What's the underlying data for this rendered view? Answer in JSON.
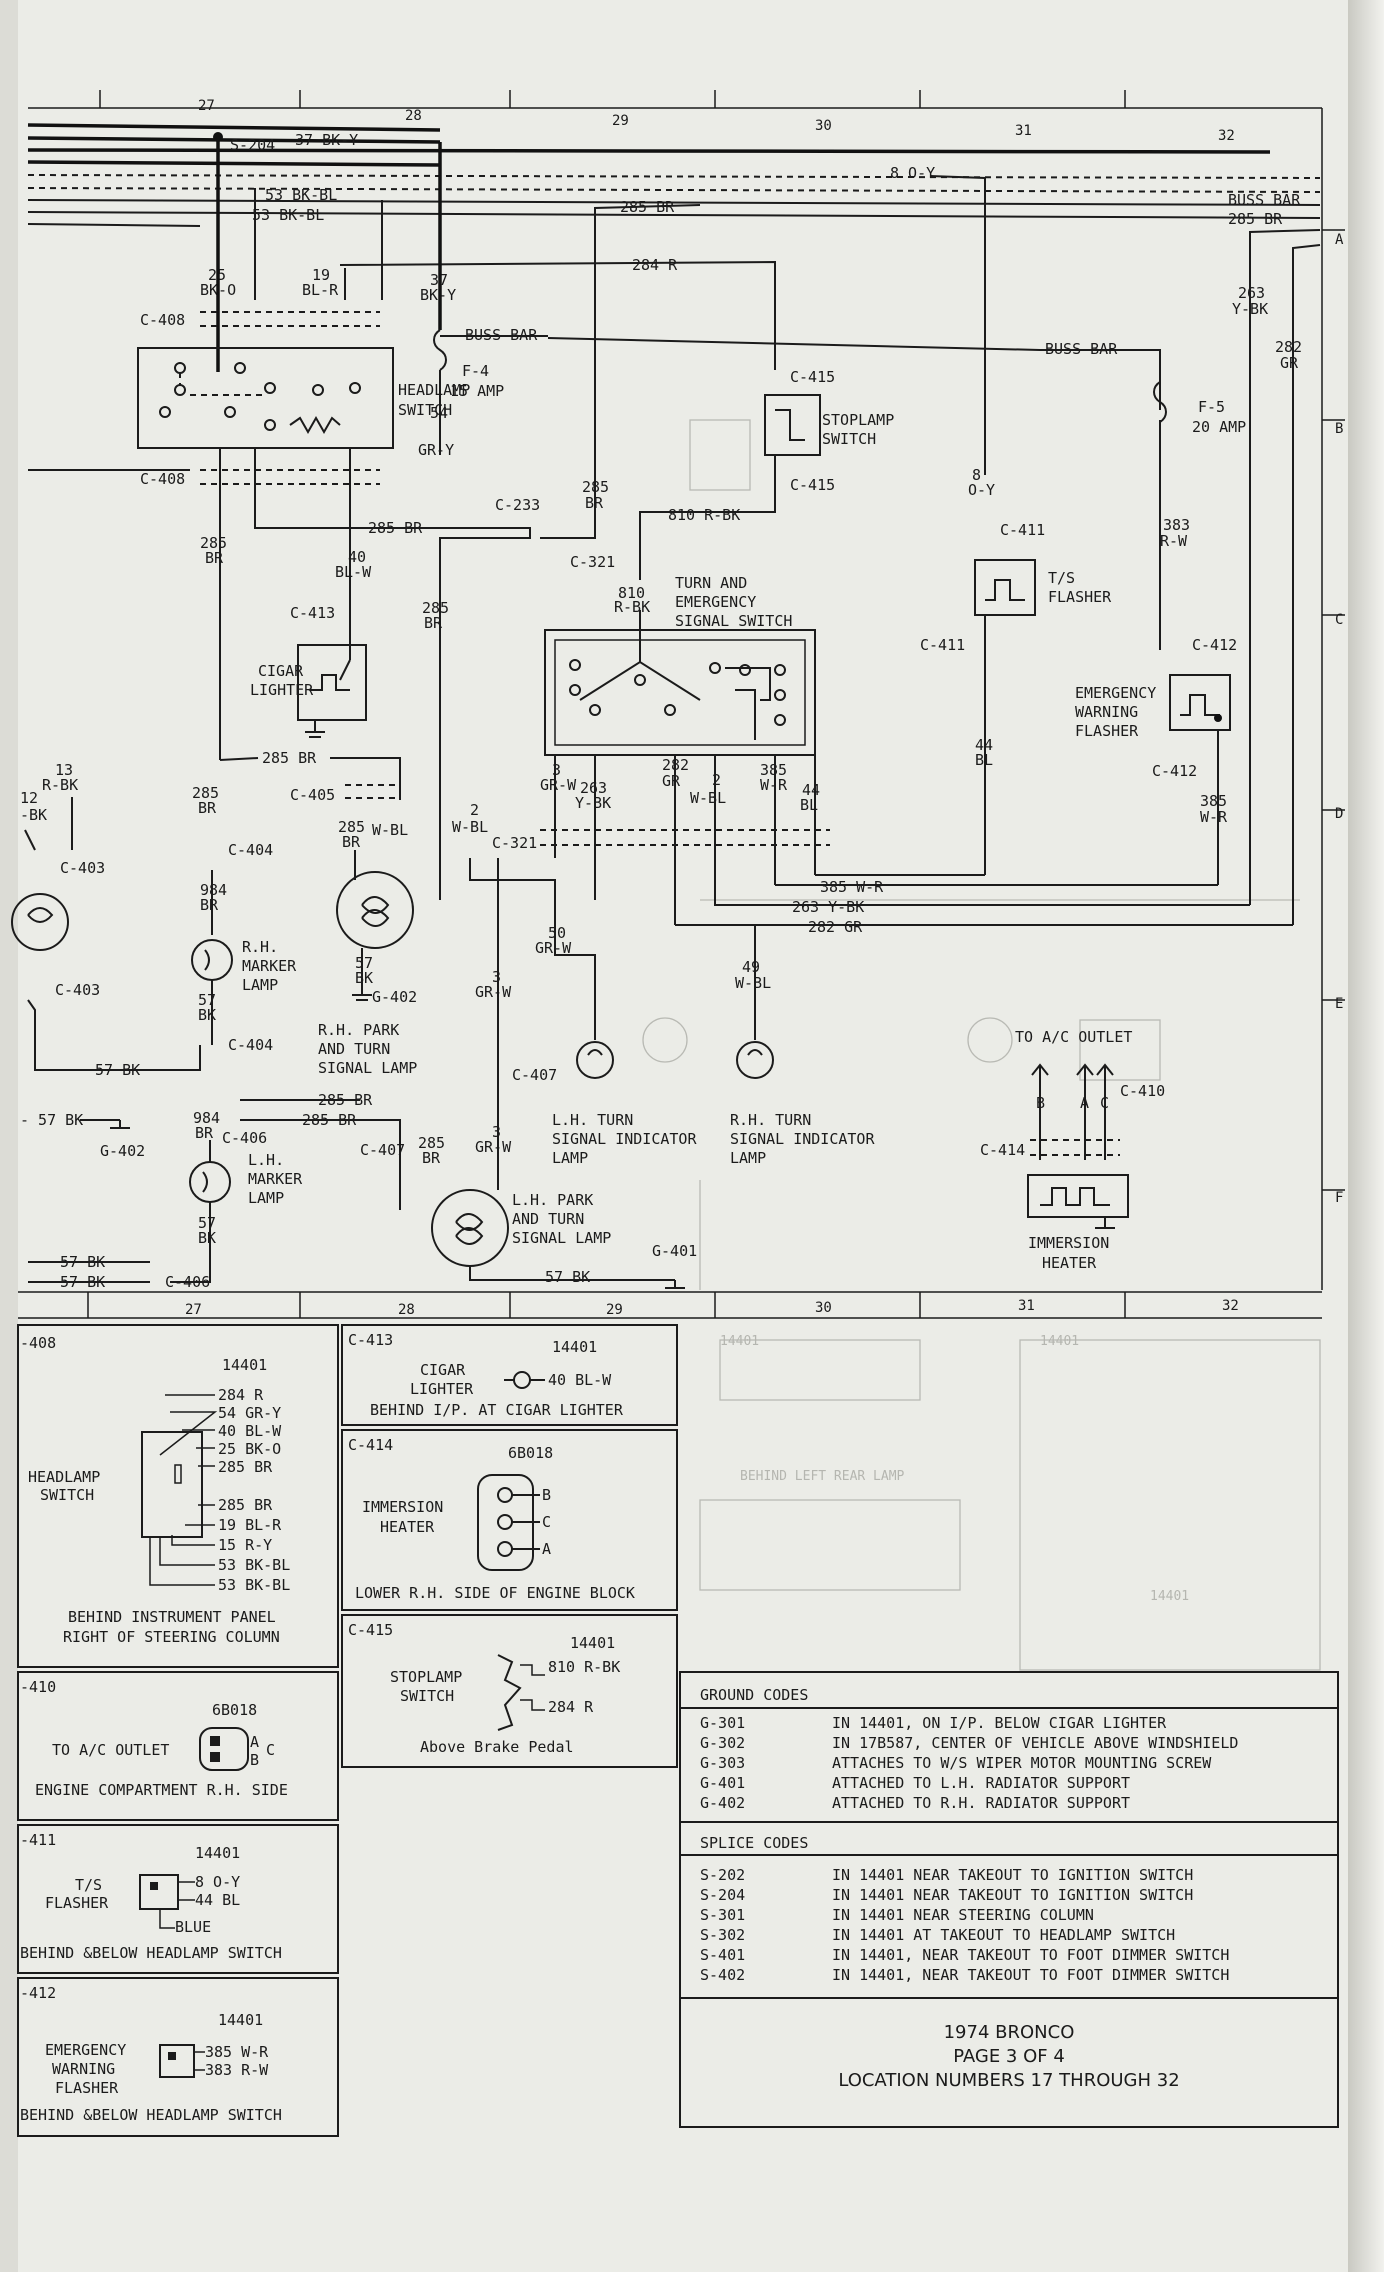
{
  "grid": {
    "top_numbers": [
      "27",
      "28",
      "29",
      "30",
      "31",
      "32"
    ],
    "bottom_numbers": [
      "27",
      "28",
      "29",
      "30",
      "31",
      "32"
    ],
    "row_letters": [
      "A",
      "B",
      "C",
      "D",
      "E",
      "F"
    ]
  },
  "wires": {
    "s204": "S-204",
    "w37": "37 BK-Y",
    "w8": "8 O-Y",
    "buss_bar_right": "BUSS BAR",
    "w285_right": "285 BR",
    "w53a": "53 BK-BL",
    "w53b": "53 BK-BL",
    "w285_top": "285 BR",
    "w284": "284 R",
    "hs_25": "25",
    "hs_bko": "BK-O",
    "hs_19": "19",
    "hs_blr": "BL-R",
    "hs_37": "37",
    "hs_bky": "BK-Y",
    "buss_bar_1": "BUSS BAR",
    "buss_bar_2": "BUSS BAR",
    "w263_top": "263",
    "w263_top_c": "Y-BK",
    "w282_top": "282",
    "w282_top_c": "GR",
    "f4": "F-4",
    "f4_amp": "15 AMP",
    "f5": "F-5",
    "f5_amp": "20 AMP",
    "w54": "54",
    "w54_c": "GR-Y",
    "w285_v1": "285",
    "w285_v1_c": "BR",
    "w8_v": "8",
    "w8_v_c": "O-Y",
    "w810": "810 R-BK",
    "w385_v": "383",
    "w385_v_c": "R-W",
    "w285_h": "285 BR",
    "w285_l": "285",
    "w285_l_c": "BR",
    "w40": "40",
    "w40_c": "BL-W",
    "w810_v": "810",
    "w810_v_c": "R-BK",
    "w285_m": "285",
    "w285_m_c": "BR",
    "w44": "44",
    "w44_c": "BL",
    "w13": "13",
    "w13_c": "R-BK",
    "w12": "12",
    "w12_c": "-BK",
    "w285_d": "285 BR",
    "w285_d2": "285",
    "w285_d2_c": "BR",
    "w385_e": "385",
    "w385_e_c": "W-R",
    "w3a": "3",
    "w3a_c": "GR-W",
    "w263": "263",
    "w263_c": "Y-BK",
    "w282": "282",
    "w282_c": "GR",
    "w2": "2",
    "w2_c": "W-BL",
    "w385": "385",
    "w385_c": "W-R",
    "w44b": "44",
    "w44b_c": "BL",
    "w2b": "2",
    "w2b_c": "W-BL",
    "w385_h": "385 W-R",
    "w263_h": "263 Y-BK",
    "w282_h": "282 GR",
    "w984": "984",
    "w984_c": "BR",
    "w285_g": "285",
    "w285_g_c": "BR",
    "w50": "50",
    "w50_c": "GR-W",
    "w49": "49",
    "w49_c": "W-BL",
    "w57a": "57",
    "w57a_c": "BK",
    "w57b": "57",
    "w57b_c": "BK",
    "w3b": "3",
    "w3b_c": "GR-W",
    "w57bk": "57 BK",
    "w57bk_left": "- 57 BK",
    "w285_i": "285 BR",
    "w285_j": "285 BR",
    "w984b": "984",
    "w984b_c": "BR",
    "w285_k": "285",
    "w285_k_c": "BR",
    "w3c": "3",
    "w3c_c": "GR-W",
    "w57c": "57",
    "w57c_c": "BK",
    "w57bk_1": "57 BK",
    "w57bk_2": "57 BK",
    "w57bk_3": "57 BK",
    "ac_b": "B",
    "ac_a": "A",
    "ac_c": "C"
  },
  "connectors": {
    "c408a": "C-408",
    "c408b": "C-408",
    "c415a": "C-415",
    "c415b": "C-415",
    "c233": "C-233",
    "c321a": "C-321",
    "c321b": "C-321",
    "c411a": "C-411",
    "c411b": "C-411",
    "c412a": "C-412",
    "c412b": "C-412",
    "c413": "C-413",
    "c405": "C-405",
    "c404a": "C-404",
    "c404b": "C-404",
    "c403a": "C-403",
    "c403b": "C-403",
    "c407a": "C-407",
    "c407b": "C-407",
    "c406a": "C-406",
    "c406b": "C-406",
    "c410": "C-410",
    "c414": "C-414"
  },
  "grounds": {
    "g402a": "G-402",
    "g402b": "G-402",
    "g401": "G-401"
  },
  "components": {
    "headlamp_switch": [
      "HEADLAMP",
      "SWITCH"
    ],
    "stoplamp_switch": [
      "STOPLAMP",
      "SWITCH"
    ],
    "turn_switch": [
      "TURN AND",
      "EMERGENCY",
      "SIGNAL SWITCH"
    ],
    "ts_flasher": [
      "T/S",
      "FLASHER"
    ],
    "cigar_lighter": [
      "CIGAR",
      "LIGHTER"
    ],
    "emergency_flasher": [
      "EMERGENCY",
      "WARNING",
      "FLASHER"
    ],
    "rh_marker": [
      "R.H.",
      "MARKER",
      "LAMP"
    ],
    "rh_park": [
      "R.H. PARK",
      "AND TURN",
      "SIGNAL LAMP"
    ],
    "lh_turn_ind": [
      "L.H. TURN",
      "SIGNAL INDICATOR",
      "LAMP"
    ],
    "rh_turn_ind": [
      "R.H. TURN",
      "SIGNAL INDICATOR",
      "LAMP"
    ],
    "to_ac_outlet": "TO A/C OUTLET",
    "immersion_heater": [
      "IMMERSION",
      "HEATER"
    ],
    "lh_marker": [
      "L.H.",
      "MARKER",
      "LAMP"
    ],
    "lh_park": [
      "L.H. PARK",
      "AND TURN",
      "SIGNAL LAMP"
    ]
  },
  "panels": {
    "p408": {
      "id": "-408",
      "part": "14401",
      "name": [
        "HEADLAMP",
        "SWITCH"
      ],
      "pins": [
        "284 R",
        "54 GR-Y",
        "40 BL-W",
        "25 BK-O",
        "285 BR",
        "285 BR",
        "19 BL-R",
        "15 R-Y",
        "53 BK-BL",
        "53 BK-BL"
      ],
      "location": [
        "BEHIND INSTRUMENT PANEL",
        "RIGHT OF STEERING COLUMN"
      ]
    },
    "p413": {
      "id": "C-413",
      "part": "14401",
      "name": [
        "CIGAR",
        "LIGHTER"
      ],
      "pins": [
        "40 BL-W"
      ],
      "location": "BEHIND I/P. AT CIGAR LIGHTER"
    },
    "p414": {
      "id": "C-414",
      "part": "6B018",
      "name": [
        "IMMERSION",
        "HEATER"
      ],
      "pins": [
        "B",
        "C",
        "A"
      ],
      "location": "LOWER R.H. SIDE OF ENGINE BLOCK"
    },
    "p415": {
      "id": "C-415",
      "part": "14401",
      "name": [
        "STOPLAMP",
        "SWITCH"
      ],
      "pins": [
        "810 R-BK",
        "284 R"
      ],
      "location": "Above Brake Pedal"
    },
    "p410": {
      "id": "-410",
      "part": "6B018",
      "name": "TO A/C OUTLET",
      "pins": [
        "A",
        "B",
        "C"
      ],
      "location": "ENGINE COMPARTMENT R.H. SIDE"
    },
    "p411": {
      "id": "-411",
      "part": "14401",
      "name": [
        "T/S",
        "FLASHER"
      ],
      "pins": [
        "8 O-Y",
        "44 BL",
        "BLUE"
      ],
      "location": "BEHIND &BELOW HEADLAMP SWITCH"
    },
    "p412": {
      "id": "-412",
      "part": "14401",
      "name": [
        "EMERGENCY",
        "WARNING",
        "FLASHER"
      ],
      "pins": [
        "385 W-R",
        "383 R-W"
      ],
      "location": "BEHIND &BELOW HEADLAMP SWITCH"
    }
  },
  "ground_codes": {
    "title": "GROUND CODES",
    "rows": [
      {
        "code": "G-301",
        "desc": "IN 14401, ON I/P. BELOW CIGAR LIGHTER"
      },
      {
        "code": "G-302",
        "desc": "IN 17B587, CENTER OF VEHICLE ABOVE WINDSHIELD"
      },
      {
        "code": "G-303",
        "desc": "ATTACHES TO W/S WIPER MOTOR MOUNTING SCREW"
      },
      {
        "code": "G-401",
        "desc": "ATTACHED TO L.H. RADIATOR SUPPORT"
      },
      {
        "code": "G-402",
        "desc": "ATTACHED TO R.H. RADIATOR SUPPORT"
      }
    ]
  },
  "splice_codes": {
    "title": "SPLICE CODES",
    "rows": [
      {
        "code": "S-202",
        "desc": "IN 14401 NEAR TAKEOUT TO IGNITION SWITCH"
      },
      {
        "code": "S-204",
        "desc": "IN 14401 NEAR TAKEOUT TO IGNITION SWITCH"
      },
      {
        "code": "S-301",
        "desc": "IN 14401 NEAR STEERING COLUMN"
      },
      {
        "code": "S-302",
        "desc": "IN 14401 AT TAKEOUT TO HEADLAMP SWITCH"
      },
      {
        "code": "S-401",
        "desc": "IN 14401, NEAR TAKEOUT TO FOOT DIMMER SWITCH"
      },
      {
        "code": "S-402",
        "desc": "IN 14401, NEAR TAKEOUT TO FOOT DIMMER SWITCH"
      }
    ]
  },
  "title_block": {
    "model": "1974 BRONCO",
    "page": "PAGE 3 OF 4",
    "location": "LOCATION NUMBERS 17 THROUGH 32"
  }
}
